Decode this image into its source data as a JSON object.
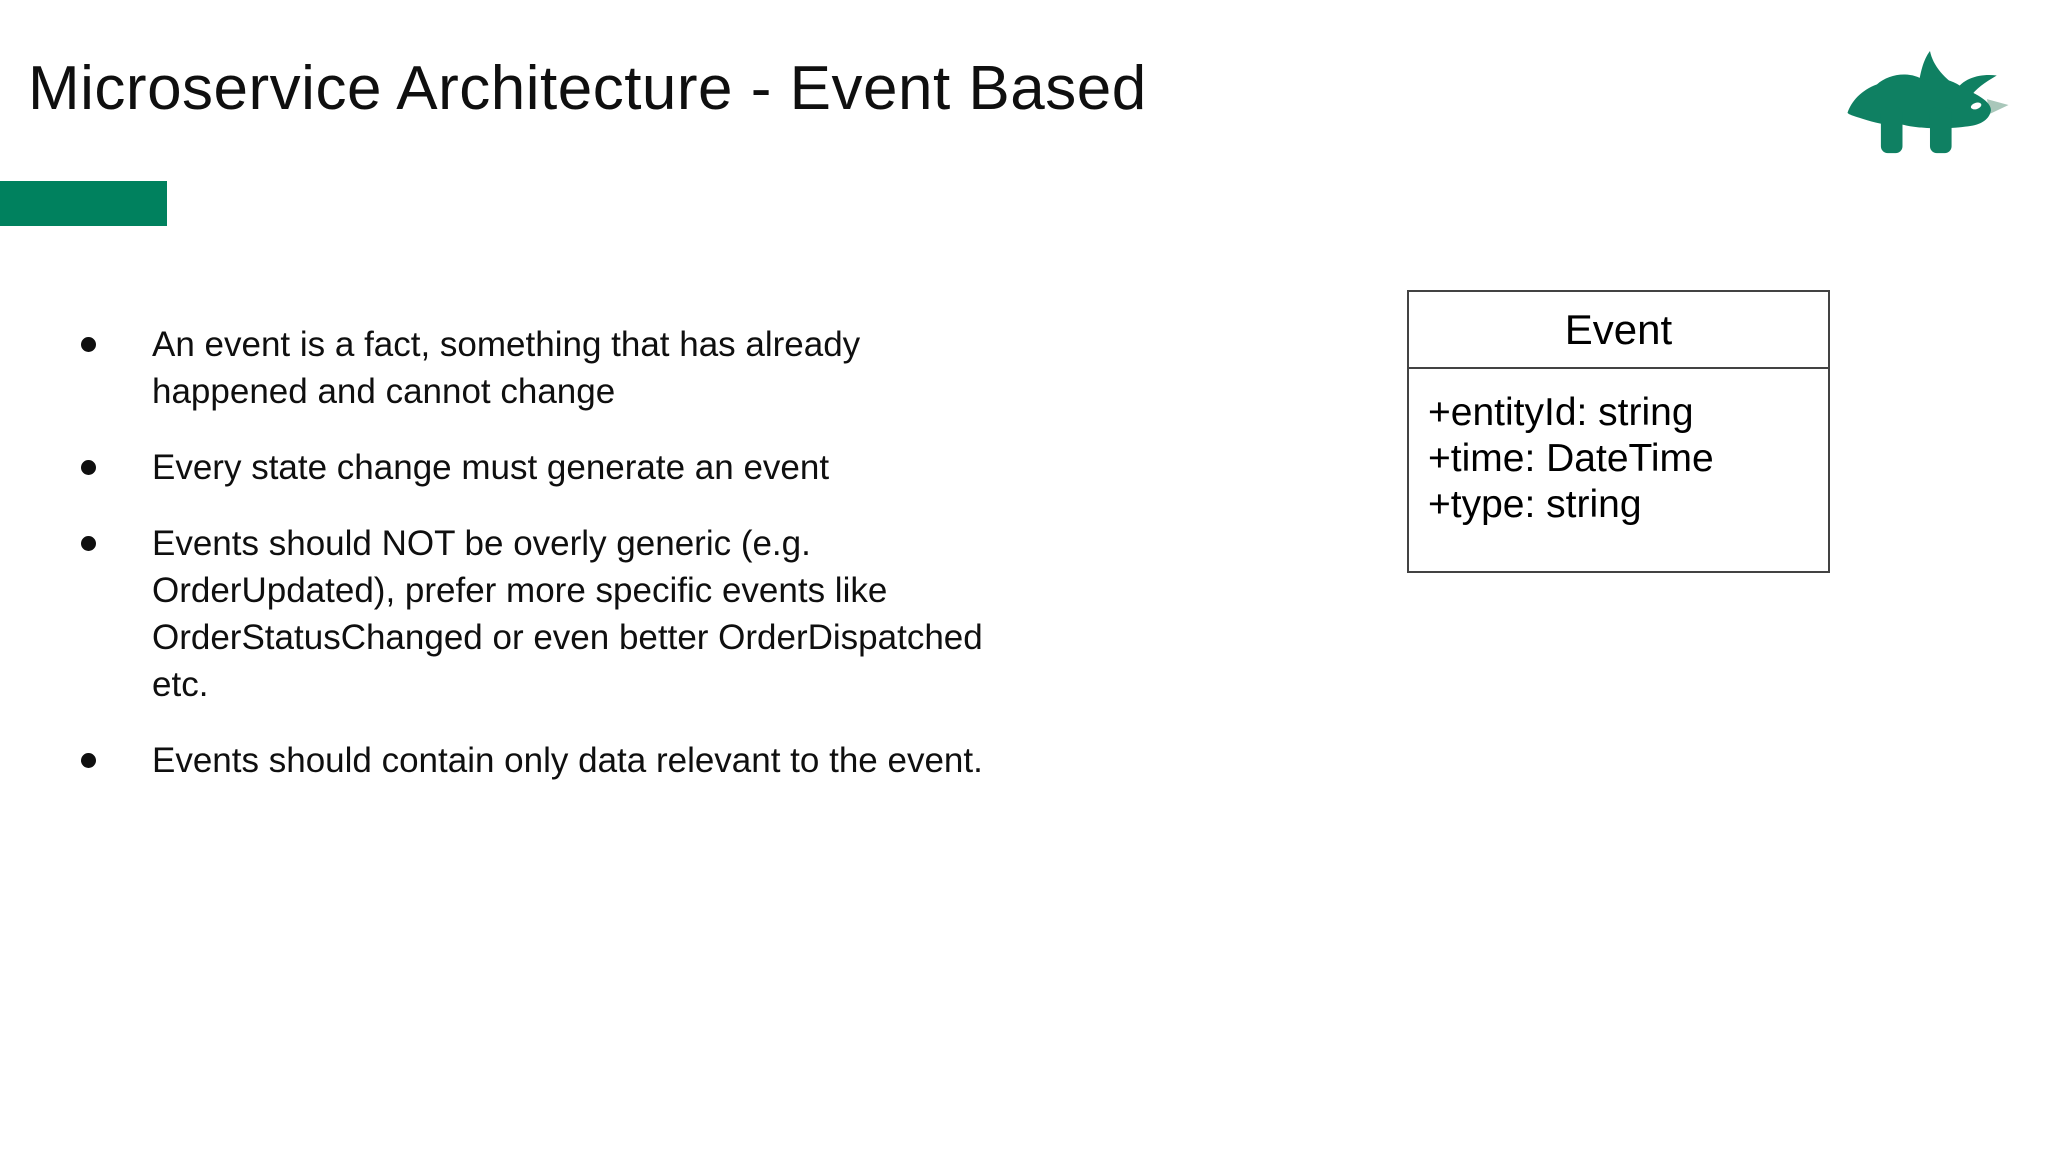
{
  "slide": {
    "title": "Microservice Architecture - Event Based",
    "bullets": [
      "An event is a fact, something that has already happened and cannot change",
      "Every state change must generate an event",
      "Events should NOT be overly generic (e.g. OrderUpdated), prefer more specific events like OrderStatusChanged or even better OrderDispatched etc.",
      "Events should contain only data relevant to the event."
    ],
    "uml_class": {
      "name": "Event",
      "attributes": [
        "+entityId: string",
        "+time: DateTime",
        "+type: string"
      ]
    },
    "logo_icon": "triceratops-logo"
  },
  "colors": {
    "accent_green": "#00815E",
    "logo_green": "#0F8062",
    "logo_horn": "#A9C7BA",
    "logo_eye": "#FFFFFF",
    "uml_border": "#434343",
    "text_color": "#0F0F0F"
  }
}
